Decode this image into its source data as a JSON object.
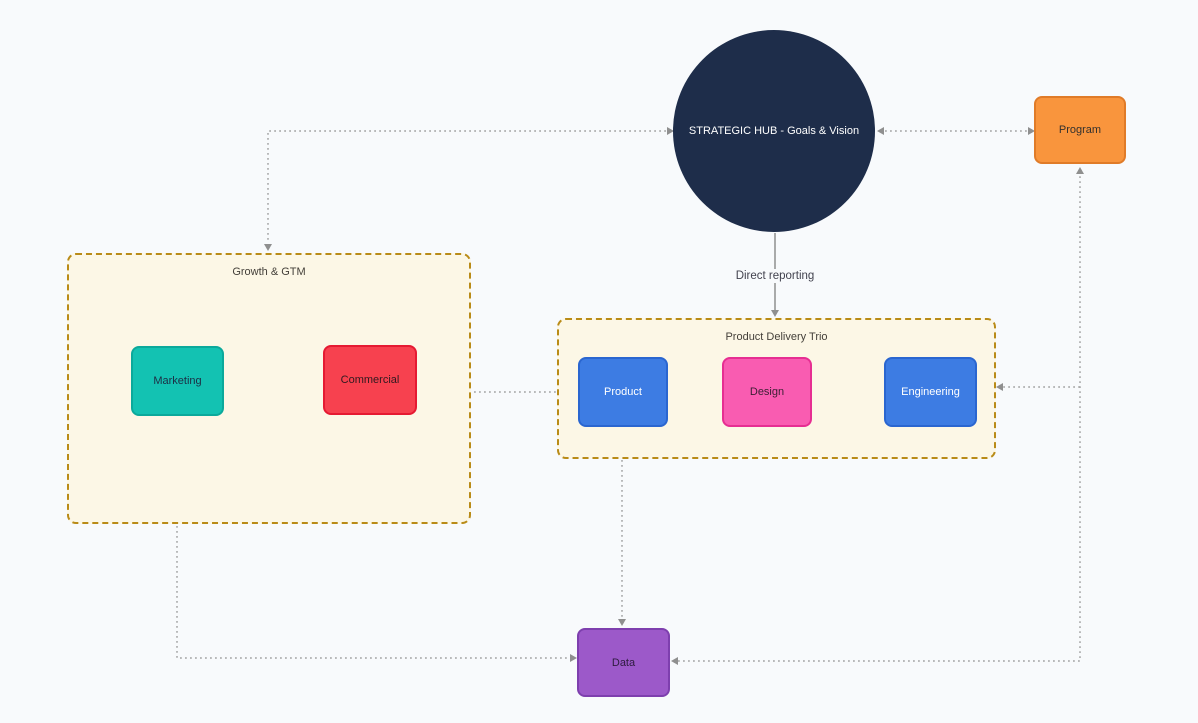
{
  "canvas": {
    "background": "#f8fafc",
    "edge_color": "#a3a3a3",
    "solid_edge_color": "#8f8f8f",
    "arrow_color": "#8f8f8f"
  },
  "hub": {
    "label": "STRATEGIC HUB - Goals & Vision",
    "fill": "#1e2d4a",
    "text_color": "#ffffff"
  },
  "groups": {
    "growth": {
      "label": "Growth & GTM",
      "fill": "#fcf7e6",
      "border": "#b98b17"
    },
    "trio": {
      "label": "Product Delivery Trio",
      "fill": "#fcf7e6",
      "border": "#b98b17"
    }
  },
  "nodes": {
    "program": {
      "label": "Program",
      "fill": "#f9953d",
      "border": "#e07b28",
      "text_color": "#33312e"
    },
    "marketing": {
      "label": "Marketing",
      "fill": "#13c2b2",
      "border": "#0ba99b",
      "text_color": "#1d2d44"
    },
    "commercial": {
      "label": "Commercial",
      "fill": "#f7414f",
      "border": "#e51a32",
      "text_color": "#301a20"
    },
    "product": {
      "label": "Product",
      "fill": "#3d7ce3",
      "border": "#2a66d0",
      "text_color": "#ffffff"
    },
    "design": {
      "label": "Design",
      "fill": "#f95cb1",
      "border": "#e62e92",
      "text_color": "#3a1f33"
    },
    "engineering": {
      "label": "Engineering",
      "fill": "#3d7ce3",
      "border": "#2a66d0",
      "text_color": "#ffffff"
    },
    "data": {
      "label": "Data",
      "fill": "#9c59c9",
      "border": "#7e3fae",
      "text_color": "#2d1b3e"
    }
  },
  "edges": {
    "direct_reporting_label": "Direct reporting"
  }
}
